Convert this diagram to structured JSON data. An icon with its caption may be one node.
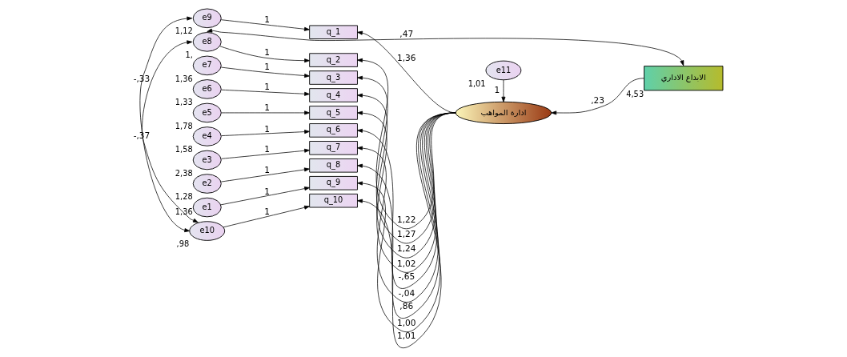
{
  "diagram": {
    "nodes": [
      {
        "text": [
          "e9"
        ],
        "beside": [
          "1,12"
        ]
      },
      {
        "text": [
          "e8"
        ],
        "beside": [
          "1,"
        ]
      },
      {
        "text": [
          "e7"
        ],
        "beside": [
          "1,36"
        ]
      },
      {
        "text": [
          "e6"
        ],
        "beside": [
          "1,33"
        ]
      },
      {
        "text": [
          "e5"
        ],
        "beside": [
          "1,78"
        ]
      },
      {
        "text": [
          "e4"
        ],
        "beside": [
          "1,58"
        ]
      },
      {
        "text": [
          "e3"
        ],
        "beside": [
          "2,38"
        ]
      },
      {
        "text": [
          "e2"
        ],
        "beside": [
          "1,28"
        ]
      },
      {
        "text": [
          "e1"
        ],
        "beside": [
          "1,36"
        ]
      },
      {
        "text": [
          "e10"
        ],
        "beside": [
          ",98"
        ]
      },
      {
        "text": [
          "q_1"
        ]
      },
      {
        "text": [
          "q_2"
        ]
      },
      {
        "text": [
          "q_3"
        ]
      },
      {
        "text": [
          "q_4"
        ]
      },
      {
        "text": [
          "q_5"
        ]
      },
      {
        "text": [
          "q_6"
        ]
      },
      {
        "text": [
          "q_7"
        ]
      },
      {
        "text": [
          "q_8"
        ]
      },
      {
        "text": [
          "q_9"
        ]
      },
      {
        "text": [
          "q_10"
        ]
      },
      {
        "text": [
          "e11"
        ],
        "beside": [
          "1,01"
        ]
      },
      {
        "text": [
          "ادارة المواهب"
        ]
      },
      {
        "text": [
          "الابداع الاداري"
        ],
        "beside": [
          "4,53"
        ]
      }
    ],
    "edges": [
      {
        "from": 0,
        "to": 10,
        "arrow": "to",
        "label": "1"
      },
      {
        "from": 1,
        "to": 11,
        "arrow": "to",
        "label": "1"
      },
      {
        "from": 2,
        "to": 12,
        "arrow": "to",
        "label": "1"
      },
      {
        "from": 3,
        "to": 13,
        "arrow": "to",
        "label": "1"
      },
      {
        "from": 4,
        "to": 14,
        "arrow": "to",
        "label": "1"
      },
      {
        "from": 5,
        "to": 15,
        "arrow": "to",
        "label": "1"
      },
      {
        "from": 6,
        "to": 16,
        "arrow": "to",
        "label": "1"
      },
      {
        "from": 7,
        "to": 17,
        "arrow": "to",
        "label": "1"
      },
      {
        "from": 8,
        "to": 18,
        "arrow": "to",
        "label": "1"
      },
      {
        "from": 9,
        "to": 19,
        "arrow": "to",
        "label": "1"
      },
      {
        "from": 21,
        "to": 10,
        "arrow": "to",
        "label": "1,36"
      },
      {
        "from": 21,
        "to": 11,
        "arrow": "to",
        "label": "1,22"
      },
      {
        "from": 21,
        "to": 12,
        "arrow": "to",
        "label": "1,27"
      },
      {
        "from": 21,
        "to": 13,
        "arrow": "to",
        "label": "1,24"
      },
      {
        "from": 21,
        "to": 14,
        "arrow": "to",
        "label": "1,02"
      },
      {
        "from": 21,
        "to": 15,
        "arrow": "to",
        "label": "-,65"
      },
      {
        "from": 21,
        "to": 16,
        "arrow": "to",
        "label": "-,04"
      },
      {
        "from": 21,
        "to": 17,
        "arrow": "to",
        "label": ",86"
      },
      {
        "from": 21,
        "to": 18,
        "arrow": "to",
        "label": "1,00"
      },
      {
        "from": 21,
        "to": 19,
        "arrow": "to",
        "label": "1,01"
      },
      {
        "from": 20,
        "to": 21,
        "arrow": "to",
        "label": "1"
      },
      {
        "from": 22,
        "to": 21,
        "arrow": "to",
        "label": ",23"
      },
      {
        "from": 0,
        "to": 9,
        "arrow": "both",
        "label": "-,33"
      },
      {
        "from": 1,
        "to": 9,
        "arrow": "both",
        "label": "-,37"
      },
      {
        "from": 1,
        "to": 22,
        "arrow": "both",
        "label": ",47"
      }
    ]
  }
}
